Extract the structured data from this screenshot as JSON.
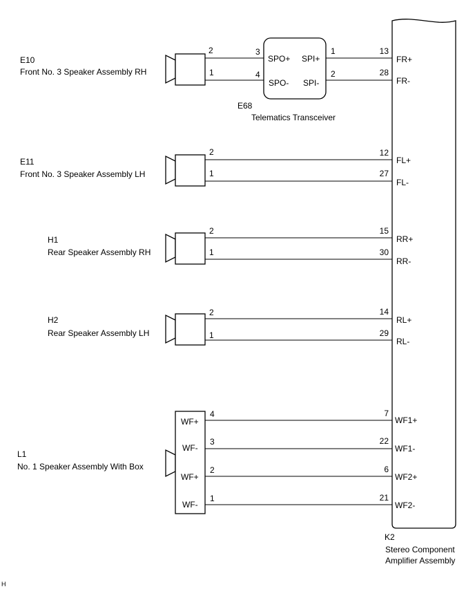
{
  "amplifier": {
    "code": "K2",
    "name_line1": "Stereo Component",
    "name_line2": "Amplifier Assembly",
    "pins": [
      {
        "num": "13",
        "sig": "FR+"
      },
      {
        "num": "28",
        "sig": "FR-"
      },
      {
        "num": "12",
        "sig": "FL+"
      },
      {
        "num": "27",
        "sig": "FL-"
      },
      {
        "num": "15",
        "sig": "RR+"
      },
      {
        "num": "30",
        "sig": "RR-"
      },
      {
        "num": "14",
        "sig": "RL+"
      },
      {
        "num": "29",
        "sig": "RL-"
      },
      {
        "num": "7",
        "sig": "WF1+"
      },
      {
        "num": "22",
        "sig": "WF1-"
      },
      {
        "num": "6",
        "sig": "WF2+"
      },
      {
        "num": "21",
        "sig": "WF2-"
      }
    ]
  },
  "transceiver": {
    "code": "E68",
    "name": "Telematics Transceiver",
    "in_pins": [
      {
        "num": "3",
        "sig": "SPO+"
      },
      {
        "num": "4",
        "sig": "SPO-"
      }
    ],
    "out_pins": [
      {
        "num": "1",
        "sig": "SPI+"
      },
      {
        "num": "2",
        "sig": "SPI-"
      }
    ]
  },
  "speakers": [
    {
      "code": "E10",
      "name": "Front No. 3 Speaker Assembly RH",
      "pins": [
        "2",
        "1"
      ]
    },
    {
      "code": "E11",
      "name": "Front No. 3 Speaker Assembly LH",
      "pins": [
        "2",
        "1"
      ]
    },
    {
      "code": "H1",
      "name": "Rear Speaker Assembly RH",
      "pins": [
        "2",
        "1"
      ]
    },
    {
      "code": "H2",
      "name": "Rear Speaker Assembly LH",
      "pins": [
        "2",
        "1"
      ]
    }
  ],
  "subwoofer": {
    "code": "L1",
    "name": "No. 1 Speaker Assembly With Box",
    "pins": [
      {
        "num": "4",
        "sig": "WF+"
      },
      {
        "num": "3",
        "sig": "WF-"
      },
      {
        "num": "2",
        "sig": "WF+"
      },
      {
        "num": "1",
        "sig": "WF-"
      }
    ]
  },
  "footer_mark": "H"
}
